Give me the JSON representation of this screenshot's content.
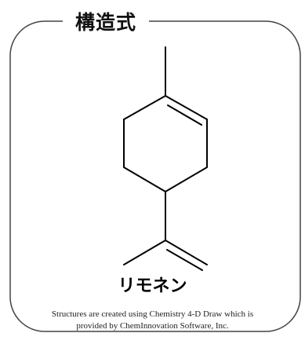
{
  "frame": {
    "title": "構造式",
    "border_color": "#444444"
  },
  "molecule": {
    "name": "リモネン",
    "bond_color": "#000000"
  },
  "credit": {
    "line1": "Structures are created using Chemistry 4-D Draw which is",
    "line2": "provided by ChemInnovation Software, Inc."
  }
}
